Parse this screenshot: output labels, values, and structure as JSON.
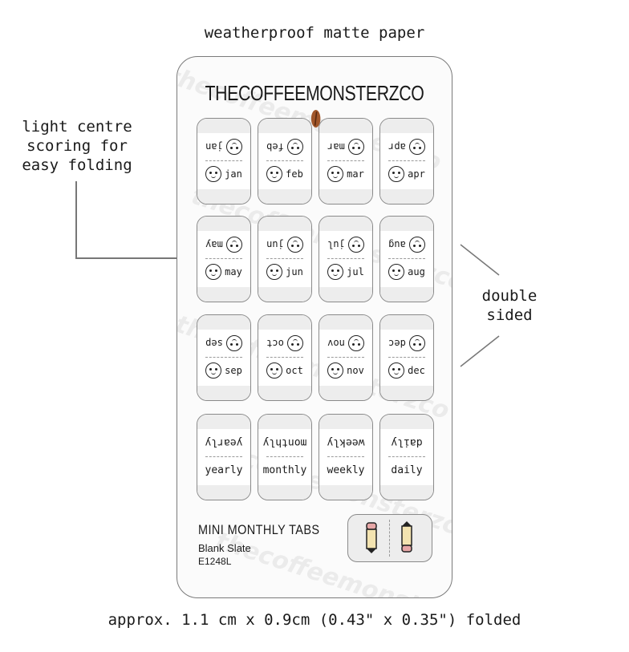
{
  "labels": {
    "top": "weatherproof matte paper",
    "bottom": "approx. 1.1 cm x 0.9cm (0.43\" x 0.35\") folded",
    "left_note": [
      "light centre",
      "scoring for",
      "easy folding"
    ],
    "right_note": [
      "double",
      "sided"
    ]
  },
  "sheet": {
    "brand": "THECOFFEEMONSTERZCO",
    "watermark": "thecoffeemonsterzco",
    "product_title": "MINI MONTHLY TABS",
    "product_subtitle": "Blank Slate",
    "product_code": "E1248L"
  },
  "tabs": [
    {
      "label": "jan",
      "icon": "face-icon"
    },
    {
      "label": "feb",
      "icon": "face-icon"
    },
    {
      "label": "mar",
      "icon": "face-icon"
    },
    {
      "label": "apr",
      "icon": "face-icon"
    },
    {
      "label": "may",
      "icon": "face-icon"
    },
    {
      "label": "jun",
      "icon": "face-icon"
    },
    {
      "label": "jul",
      "icon": "face-icon"
    },
    {
      "label": "aug",
      "icon": "face-icon"
    },
    {
      "label": "sep",
      "icon": "face-icon"
    },
    {
      "label": "oct",
      "icon": "face-icon"
    },
    {
      "label": "nov",
      "icon": "face-icon"
    },
    {
      "label": "dec",
      "icon": "face-icon"
    },
    {
      "label": "yearly"
    },
    {
      "label": "monthly"
    },
    {
      "label": "weekly"
    },
    {
      "label": "daily"
    }
  ],
  "colors": {
    "bean": "#a0562a",
    "pencil_body": "#f3e3b0",
    "pencil_tip": "#e7a7a7"
  }
}
